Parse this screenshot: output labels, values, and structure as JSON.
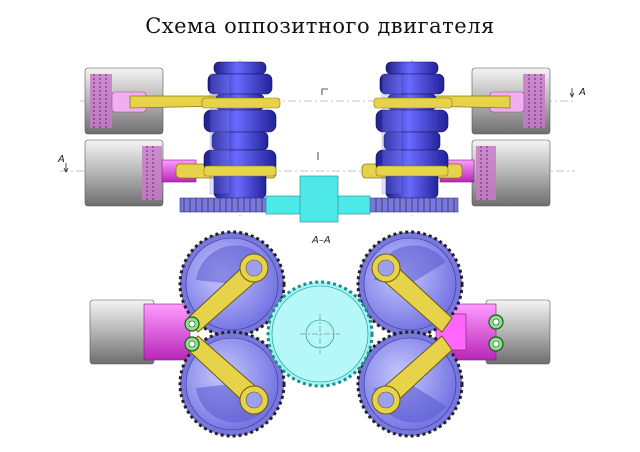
{
  "title": "Схема оппозитного двигателя",
  "labels": {
    "section_marker_right": "A",
    "section_marker_left": "A",
    "section_caption": "A–A"
  },
  "colors": {
    "crank": "#4a4ad8",
    "rod": "#e6d34a",
    "piston": "#c4c4c4",
    "crosshead": "#e04ae0",
    "gear_dark": "#7777dd",
    "gear_center": "#4fe8e8",
    "gear_light": "#b9b9f2"
  }
}
